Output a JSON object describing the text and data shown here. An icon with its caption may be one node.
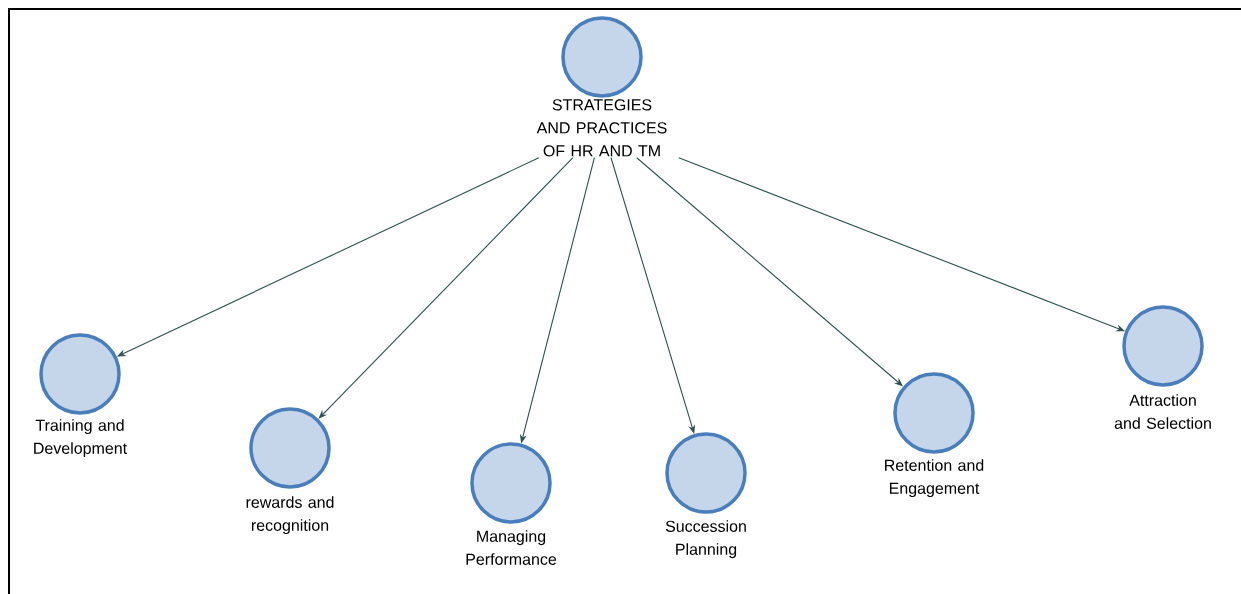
{
  "diagram": {
    "nodes": [
      {
        "text": [
          "STRATEGIES AND PRACTICES OF HR AND TM"
        ]
      },
      {
        "text": [
          "Training and Development"
        ]
      },
      {
        "text": [
          "rewards and recognition"
        ]
      },
      {
        "text": [
          "Managing Performance"
        ]
      },
      {
        "text": [
          "Succession Planning"
        ]
      },
      {
        "text": [
          "Retention and Engagement"
        ]
      },
      {
        "text": [
          "Attraction and Selection"
        ]
      }
    ],
    "edges": [
      {
        "from": 0,
        "to": 1,
        "arrow": "to"
      },
      {
        "from": 0,
        "to": 2,
        "arrow": "to"
      },
      {
        "from": 0,
        "to": 3,
        "arrow": "to"
      },
      {
        "from": 0,
        "to": 4,
        "arrow": "to"
      },
      {
        "from": 0,
        "to": 5,
        "arrow": "to"
      },
      {
        "from": 0,
        "to": 6,
        "arrow": "to"
      }
    ]
  }
}
